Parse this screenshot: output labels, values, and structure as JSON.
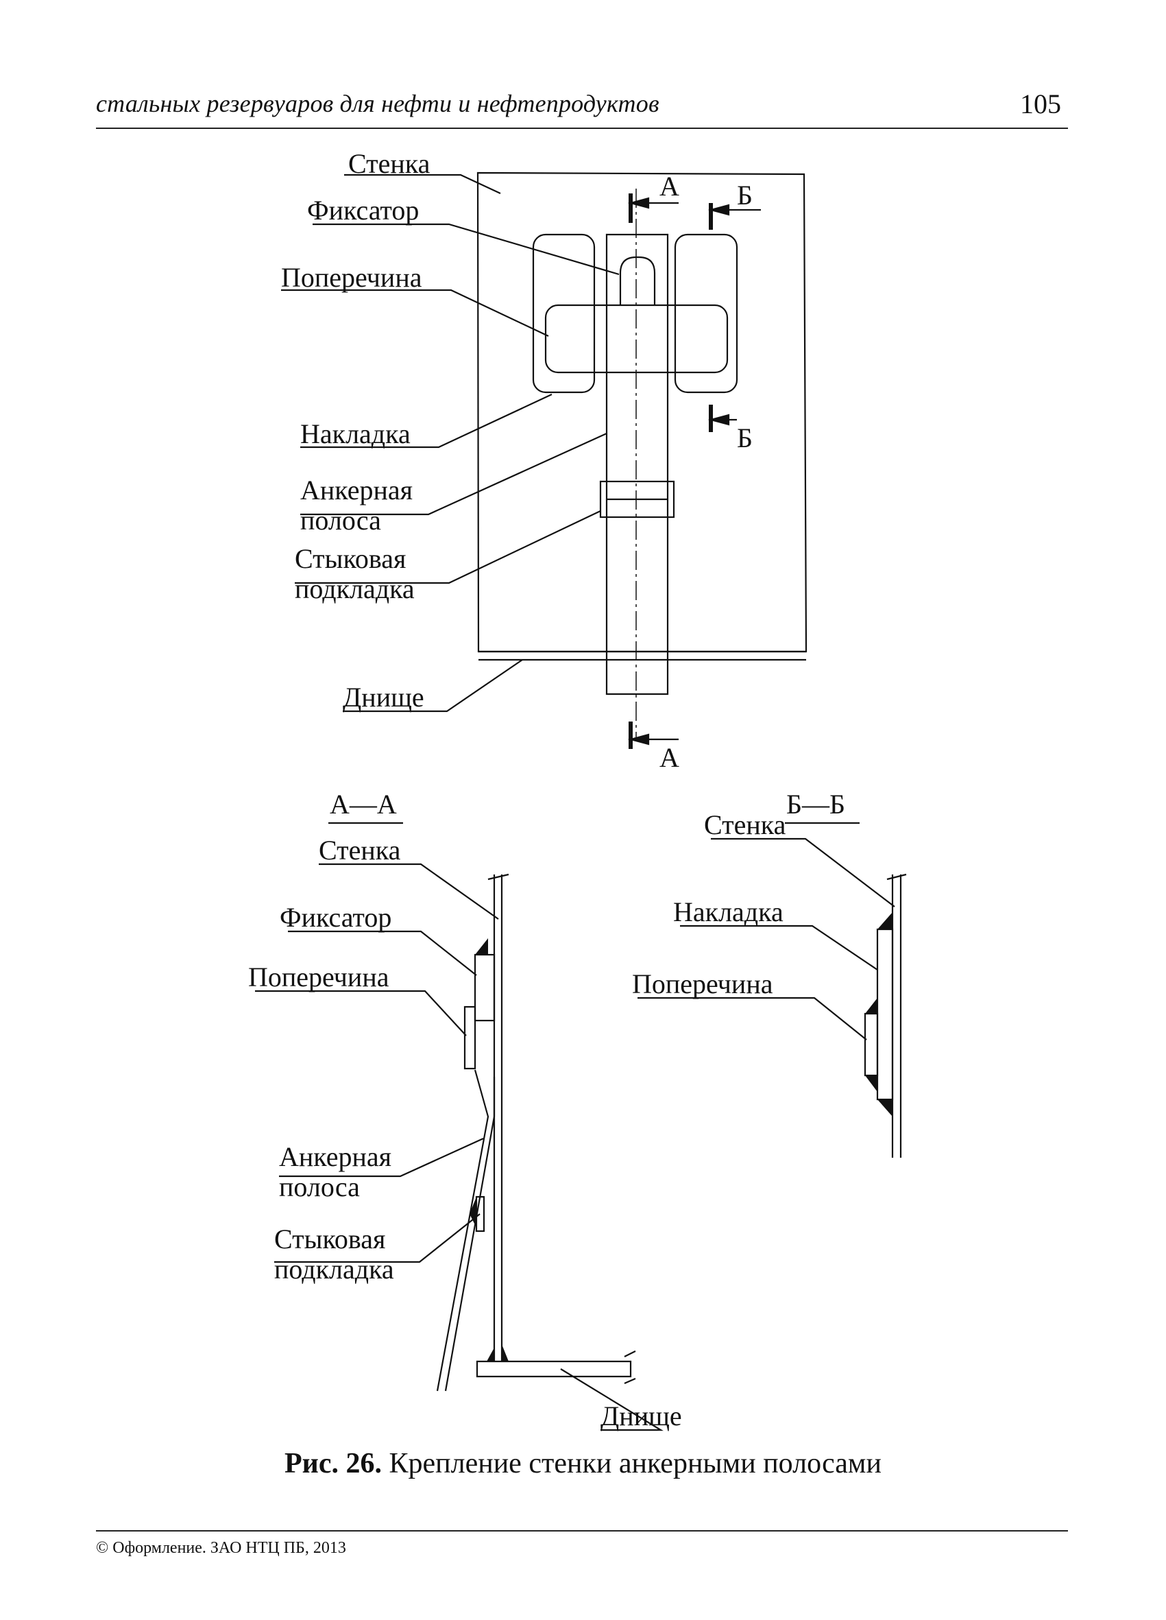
{
  "header": {
    "running_title": "стальных резервуаров для нефти и нефтепродуктов",
    "page_number": "105"
  },
  "figure": {
    "caption_number": "Рис. 26.",
    "caption_text": "Крепление стенки анкерными полосами",
    "top_view": {
      "labels": {
        "stenka": "Стенка",
        "fiksator": "Фиксатор",
        "poperechina": "Поперечина",
        "nakladka": "Накладка",
        "ankernaya_1": "Анкерная",
        "ankernaya_2": "полоса",
        "stykovaya_1": "Стыковая",
        "stykovaya_2": "подкладка",
        "dnische": "Днище"
      },
      "section_marks": {
        "a_top": "А",
        "a_bottom": "А",
        "b_top": "Б",
        "b_bottom": "Б"
      }
    },
    "section_aa": {
      "title": "А—А",
      "labels": {
        "stenka": "Стенка",
        "fiksator": "Фиксатор",
        "poperechina": "Поперечина",
        "ankernaya_1": "Анкерная",
        "ankernaya_2": "полоса",
        "stykovaya_1": "Стыковая",
        "stykovaya_2": "подкладка",
        "dnische": "Днище"
      }
    },
    "section_bb": {
      "title": "Б—Б",
      "labels": {
        "stenka": "Стенка",
        "nakladka": "Накладка",
        "poperechina": "Поперечина"
      }
    }
  },
  "footer": {
    "copyright": "© Оформление. ЗАО НТЦ ПБ, 2013"
  }
}
